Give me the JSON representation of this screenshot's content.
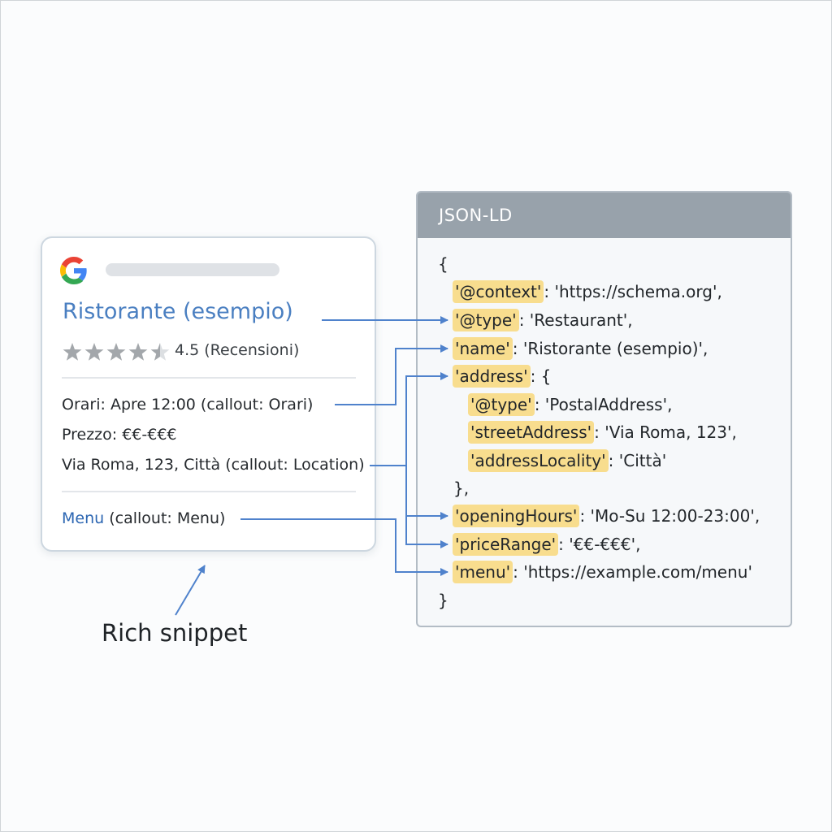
{
  "snippet": {
    "title": "Ristorante (esempio)",
    "rating": "4.5 (Recensioni)",
    "stars_filled": 4.5,
    "stars_total": 5,
    "hours": "Orari: Apre 12:00 (callout: Orari)",
    "price": "Prezzo: €€-€€€",
    "location": "Via Roma, 123, Città (callout: Location)",
    "menu_link": "Menu",
    "menu_callout": " (callout: Menu)"
  },
  "caption": "Rich snippet",
  "code": {
    "header": "JSON-LD",
    "open_brace": "{",
    "close_brace": "}",
    "address_close": "},",
    "lines": [
      {
        "key": "'@context'",
        "value": ": 'https://schema.org',"
      },
      {
        "key": "'@type'",
        "value": ": 'Restaurant',"
      },
      {
        "key": "'name'",
        "value": ": 'Ristorante (esempio)',"
      },
      {
        "key": "'address'",
        "value": ": {"
      },
      {
        "key": "'@type'",
        "value": ": 'PostalAddress',"
      },
      {
        "key": "'streetAddress'",
        "value": ": 'Via Roma, 123',"
      },
      {
        "key": "'addressLocality'",
        "value": ": 'Città'"
      },
      {
        "key": "'openingHours'",
        "value": ": 'Mo-Su 12:00-23:00',"
      },
      {
        "key": "'priceRange'",
        "value": ": '€€-€€€',"
      },
      {
        "key": "'menu'",
        "value": ": 'https://example.com/menu'"
      }
    ]
  },
  "colors": {
    "title_blue": "#4a7fc1",
    "arrow_blue": "#4f82cc",
    "key_highlight": "#f8dd8e",
    "header_gray": "#98a2ab"
  }
}
